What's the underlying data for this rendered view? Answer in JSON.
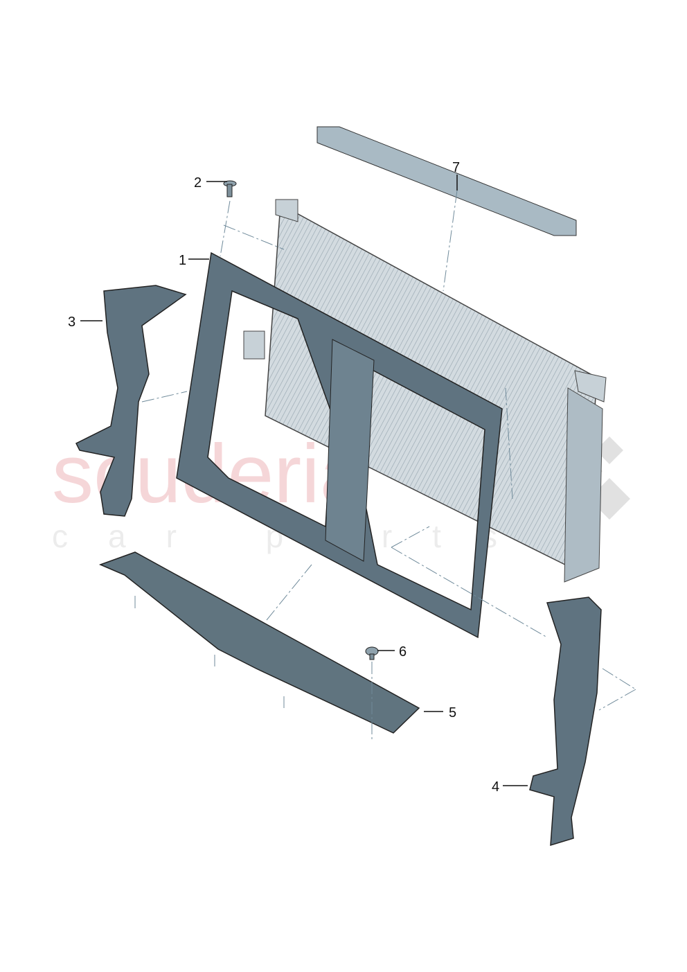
{
  "diagram": {
    "parts": [
      {
        "number": "1",
        "part": "radiator-support-frame"
      },
      {
        "number": "2",
        "part": "screw"
      },
      {
        "number": "3",
        "part": "air-guide-left"
      },
      {
        "number": "4",
        "part": "air-guide-right"
      },
      {
        "number": "5",
        "part": "lower-air-deflector"
      },
      {
        "number": "6",
        "part": "clip"
      },
      {
        "number": "7",
        "part": "foam-seal-strip"
      }
    ],
    "watermark": {
      "line1": "scuderia",
      "line2": "car parts"
    },
    "colors": {
      "part": "#5f7380",
      "part_light": "#9fb1bc",
      "radiator": "#cdd6dc",
      "watermark": "#e8a0a4",
      "leader": "#6f8a9a"
    }
  }
}
